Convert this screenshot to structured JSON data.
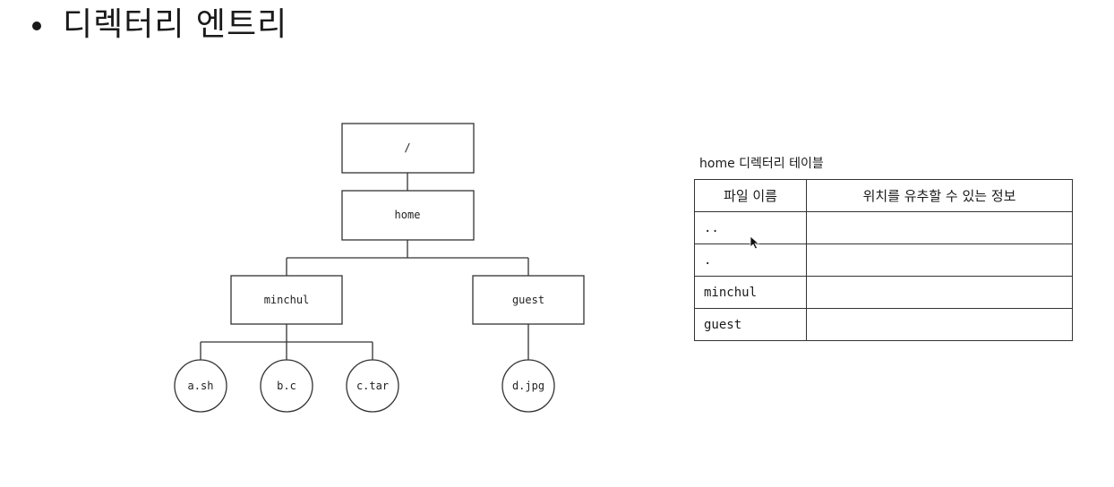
{
  "title": "디렉터리 엔트리",
  "tree": {
    "root": "/",
    "home": "home",
    "users": [
      {
        "name": "minchul",
        "files": [
          "a.sh",
          "b.c",
          "c.tar"
        ]
      },
      {
        "name": "guest",
        "files": [
          "d.jpg"
        ]
      }
    ]
  },
  "table": {
    "caption": "home 디렉터리 테이블",
    "headers": [
      "파일 이름",
      "위치를 유추할 수 있는 정보"
    ],
    "rows": [
      {
        "name": "..",
        "info": ""
      },
      {
        "name": ".",
        "info": ""
      },
      {
        "name": "minchul",
        "info": ""
      },
      {
        "name": "guest",
        "info": ""
      }
    ]
  }
}
